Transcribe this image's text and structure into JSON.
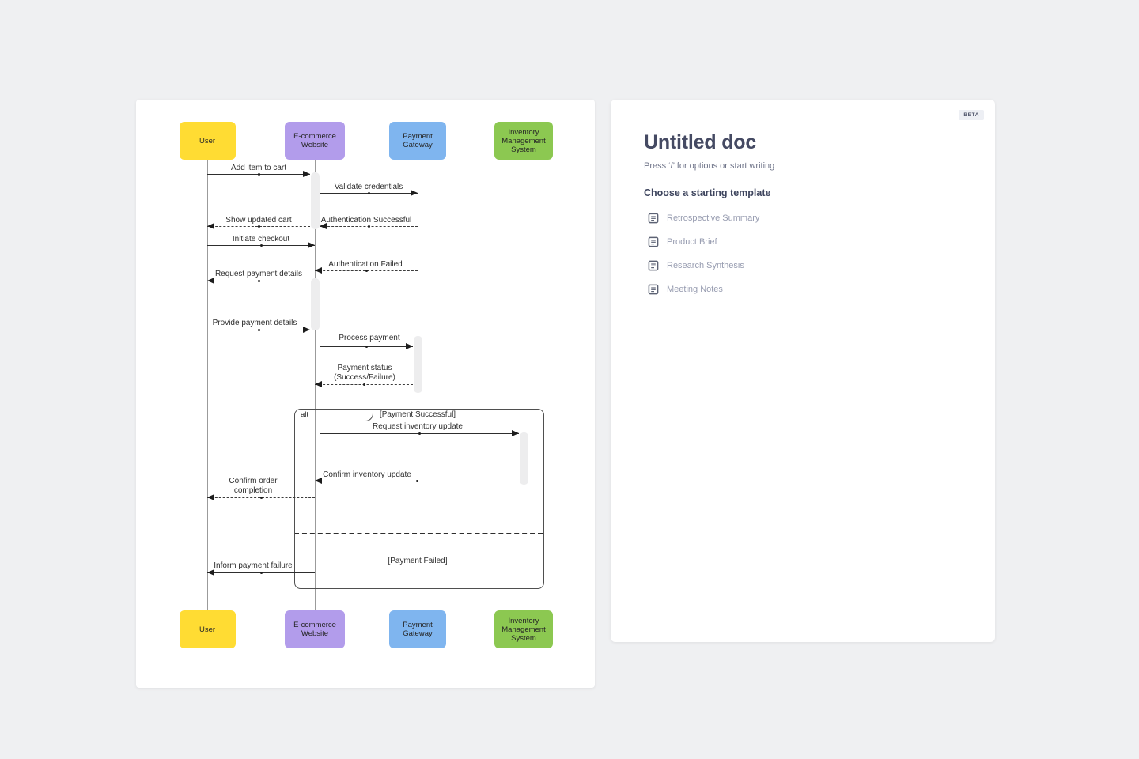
{
  "right_panel": {
    "beta_label": "BETA",
    "title": "Untitled doc",
    "subtitle": "Press ‘/’ for options or start writing",
    "template_heading": "Choose a starting template",
    "templates": [
      {
        "icon": "document-icon",
        "label": "Retrospective Summary"
      },
      {
        "icon": "document-icon",
        "label": "Product Brief"
      },
      {
        "icon": "document-icon",
        "label": "Research Synthesis"
      },
      {
        "icon": "document-icon",
        "label": "Meeting Notes"
      }
    ],
    "text_colors": {
      "title": "#454A63",
      "subtitle": "#6F7489",
      "template_item": "#979CB0"
    }
  },
  "diagram": {
    "type": "sequence",
    "actors": [
      {
        "id": "user",
        "lines": [
          "User"
        ],
        "color": "#FFDC33"
      },
      {
        "id": "ecommerce",
        "lines": [
          "E-commerce",
          "Website"
        ],
        "color": "#B29CEB"
      },
      {
        "id": "payment",
        "lines": [
          "Payment",
          "Gateway"
        ],
        "color": "#7FB5EF"
      },
      {
        "id": "inventory",
        "lines": [
          "Inventory",
          "Management",
          "System"
        ],
        "color": "#8CC851"
      }
    ],
    "messages": [
      {
        "id": "add-item-to-cart",
        "from": "user",
        "to": "ecommerce",
        "style": "solid",
        "label": [
          "Add item to cart"
        ]
      },
      {
        "id": "validate-credentials",
        "from": "ecommerce",
        "to": "payment",
        "style": "solid",
        "label": [
          "Validate credentials"
        ]
      },
      {
        "id": "show-updated-cart",
        "from": "ecommerce",
        "to": "user",
        "style": "dashed",
        "label": [
          "Show updated cart"
        ]
      },
      {
        "id": "authentication-successful",
        "from": "payment",
        "to": "ecommerce",
        "style": "dashed",
        "label": [
          "Authentication Successful"
        ]
      },
      {
        "id": "initiate-checkout",
        "from": "user",
        "to": "ecommerce",
        "style": "solid",
        "label": [
          "Initiate checkout"
        ]
      },
      {
        "id": "authentication-failed",
        "from": "payment",
        "to": "ecommerce",
        "style": "dashed",
        "label": [
          "Authentication Failed"
        ]
      },
      {
        "id": "request-payment-details",
        "from": "ecommerce",
        "to": "user",
        "style": "solid",
        "label": [
          "Request payment details"
        ]
      },
      {
        "id": "provide-payment-details",
        "from": "user",
        "to": "ecommerce",
        "style": "dashed",
        "label": [
          "Provide payment details"
        ]
      },
      {
        "id": "process-payment",
        "from": "ecommerce",
        "to": "payment",
        "style": "solid",
        "label": [
          "Process payment"
        ]
      },
      {
        "id": "payment-status",
        "from": "payment",
        "to": "ecommerce",
        "style": "dashed",
        "label": [
          "Payment status",
          "(Success/Failure)"
        ]
      },
      {
        "id": "request-inventory-update",
        "from": "ecommerce",
        "to": "inventory",
        "style": "solid",
        "label": [
          "Request inventory update"
        ]
      },
      {
        "id": "confirm-inventory-update",
        "from": "inventory",
        "to": "ecommerce",
        "style": "dashed",
        "label": [
          "Confirm inventory update"
        ]
      },
      {
        "id": "confirm-order-completion",
        "from": "ecommerce",
        "to": "user",
        "style": "dashed",
        "label": [
          "Confirm order",
          "completion"
        ]
      },
      {
        "id": "inform-payment-failure",
        "from": "ecommerce",
        "to": "user",
        "style": "solid",
        "label": [
          "Inform payment failure"
        ]
      }
    ],
    "alt_frame": {
      "operator": "alt",
      "cases": [
        "[Payment Successful]",
        "[Payment Failed]"
      ]
    }
  }
}
